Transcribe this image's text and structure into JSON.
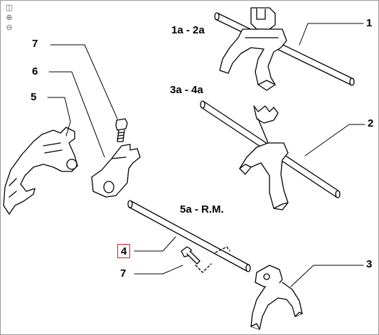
{
  "toolbar": {
    "screen_icon": "◫",
    "zoom_in_icon": "⊕",
    "zoom_out_icon": "⊖"
  },
  "callouts": {
    "part1": "1",
    "part2": "2",
    "part3": "3",
    "part4": "4",
    "part5": "5",
    "part6": "6",
    "part7_top": "7",
    "part7_bottom": "7"
  },
  "gear_labels": {
    "first_second": "1a - 2a",
    "third_fourth": "3a - 4a",
    "fifth_reverse": "5a - R.M."
  },
  "highlight": {
    "selected_part": "4",
    "color": "#e0161a"
  },
  "colors": {
    "line": "#000000",
    "frame": "#9a9a9a",
    "background": "#ffffff"
  }
}
